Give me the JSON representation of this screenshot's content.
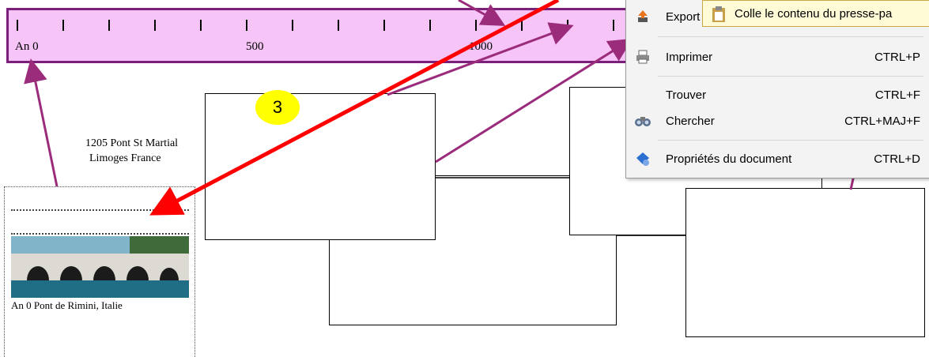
{
  "timeline": {
    "labels": {
      "start": "An 0",
      "mid": "500",
      "end": "1000"
    }
  },
  "badge": {
    "number": "3"
  },
  "captions": {
    "limoges_line1": "1205 Pont St Martial",
    "limoges_line2": "Limoges France",
    "rimini": "An 0 Pont de Rimini, Italie"
  },
  "context_menu": {
    "items": [
      {
        "label": "Export",
        "shortcut": "",
        "icon": "export-icon"
      },
      {
        "label": "Imprimer",
        "shortcut": "CTRL+P",
        "icon": "printer-icon"
      },
      {
        "label": "Trouver",
        "shortcut": "CTRL+F",
        "icon": ""
      },
      {
        "label": "Chercher",
        "shortcut": "CTRL+MAJ+F",
        "icon": "binoculars-icon"
      },
      {
        "label": "Propriétés du document",
        "shortcut": "CTRL+D",
        "icon": "document-properties-icon"
      }
    ]
  },
  "tooltip": {
    "text": "Colle le contenu du presse-pa",
    "icon": "clipboard-icon"
  },
  "colors": {
    "timeline_fill": "#f6c4f6",
    "timeline_border": "#7a1f7a",
    "connector": "#9b2c7c",
    "pointer_arrow": "#ff0000",
    "badge": "#ffff00"
  }
}
